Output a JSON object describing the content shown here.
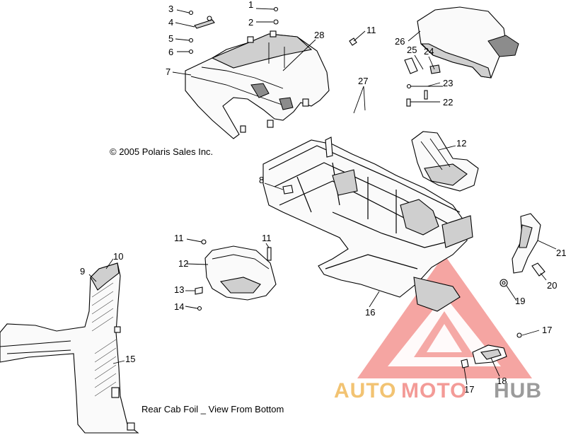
{
  "copyright": "© 2005 Polaris Sales Inc.",
  "caption": "Rear Cab Foil _ View From Bottom",
  "callouts": {
    "c1": "1",
    "c2": "2",
    "c3": "3",
    "c4": "4",
    "c5": "5",
    "c6": "6",
    "c7": "7",
    "c8": "8",
    "c9": "9",
    "c10": "10",
    "c11a": "11",
    "c11b": "11",
    "c11c": "11",
    "c12a": "12",
    "c12b": "12",
    "c13": "13",
    "c14": "14",
    "c15": "15",
    "c16": "16",
    "c17a": "17",
    "c17b": "17",
    "c18": "18",
    "c19": "19",
    "c20": "20",
    "c21": "21",
    "c22": "22",
    "c23": "23",
    "c24": "24",
    "c25": "25",
    "c26": "26",
    "c27": "27",
    "c28": "28"
  },
  "watermark": {
    "part1": "AUTO",
    "part2": "MOTO",
    "part3": "HUB",
    "color_primary": "#f28a86",
    "color_secondary": "#f0b95a",
    "color_tertiary": "#8a8a8a"
  }
}
